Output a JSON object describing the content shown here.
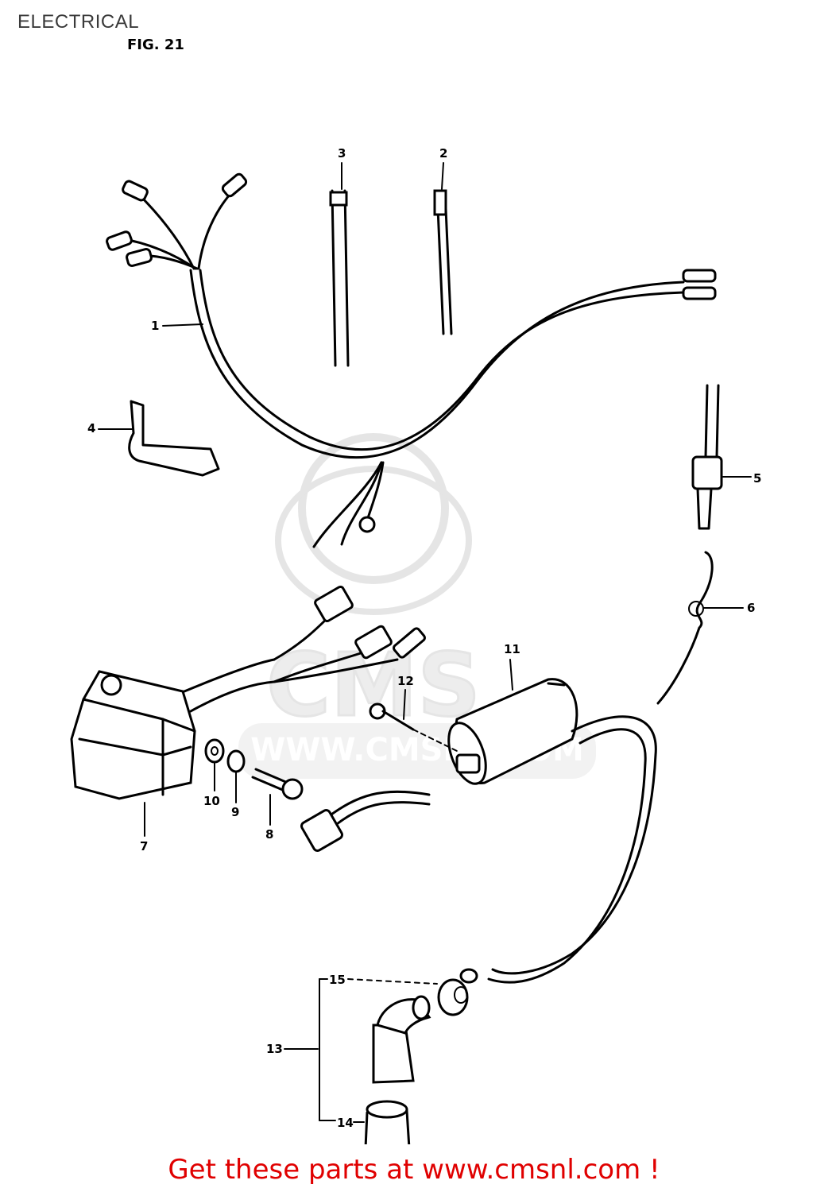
{
  "header": {
    "title": "ELECTRICAL",
    "figure": "FIG. 21"
  },
  "callouts": [
    "1",
    "2",
    "3",
    "4",
    "5",
    "6",
    "7",
    "8",
    "9",
    "10",
    "11",
    "12",
    "13",
    "14",
    "15"
  ],
  "watermark": {
    "text": "CMS",
    "url": "WWW.CMSNL.COM"
  },
  "footer": {
    "cta": "Get these parts at www.cmsnl.com !"
  },
  "colors": {
    "cta": "#e00000",
    "line": "#000000",
    "watermark": "#c8c8c8"
  }
}
